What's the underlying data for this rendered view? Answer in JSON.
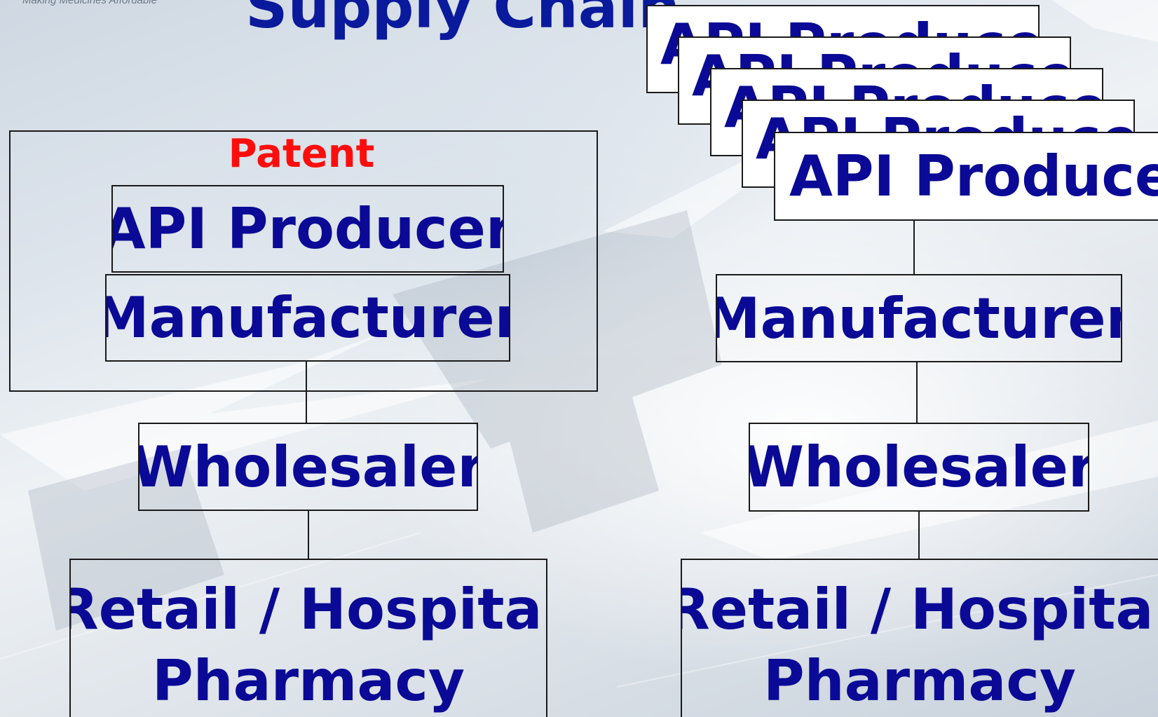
{
  "header": {
    "tagline": "Making Medicines Affordable",
    "title": "Supply Chain"
  },
  "left_chain": {
    "patent_label": "Patent",
    "api_producer": "API Producer",
    "manufacturer": "Manufacturer",
    "wholesaler": "Wholesaler",
    "pharmacy_line1": "Retail / Hospital",
    "pharmacy_line2": "Pharmacy"
  },
  "right_chain": {
    "api_producers": [
      "API Producer",
      "API Producer",
      "API Producer",
      "API Producer",
      "API Producer"
    ],
    "manufacturer": "Manufacturer",
    "wholesaler": "Wholesaler",
    "pharmacy_line1": "Retail / Hospital",
    "pharmacy_line2": "Pharmacy"
  },
  "colors": {
    "box_text": "#0a0a96",
    "patent_text": "#ff0d0d",
    "title_text": "#0a1a9c"
  }
}
